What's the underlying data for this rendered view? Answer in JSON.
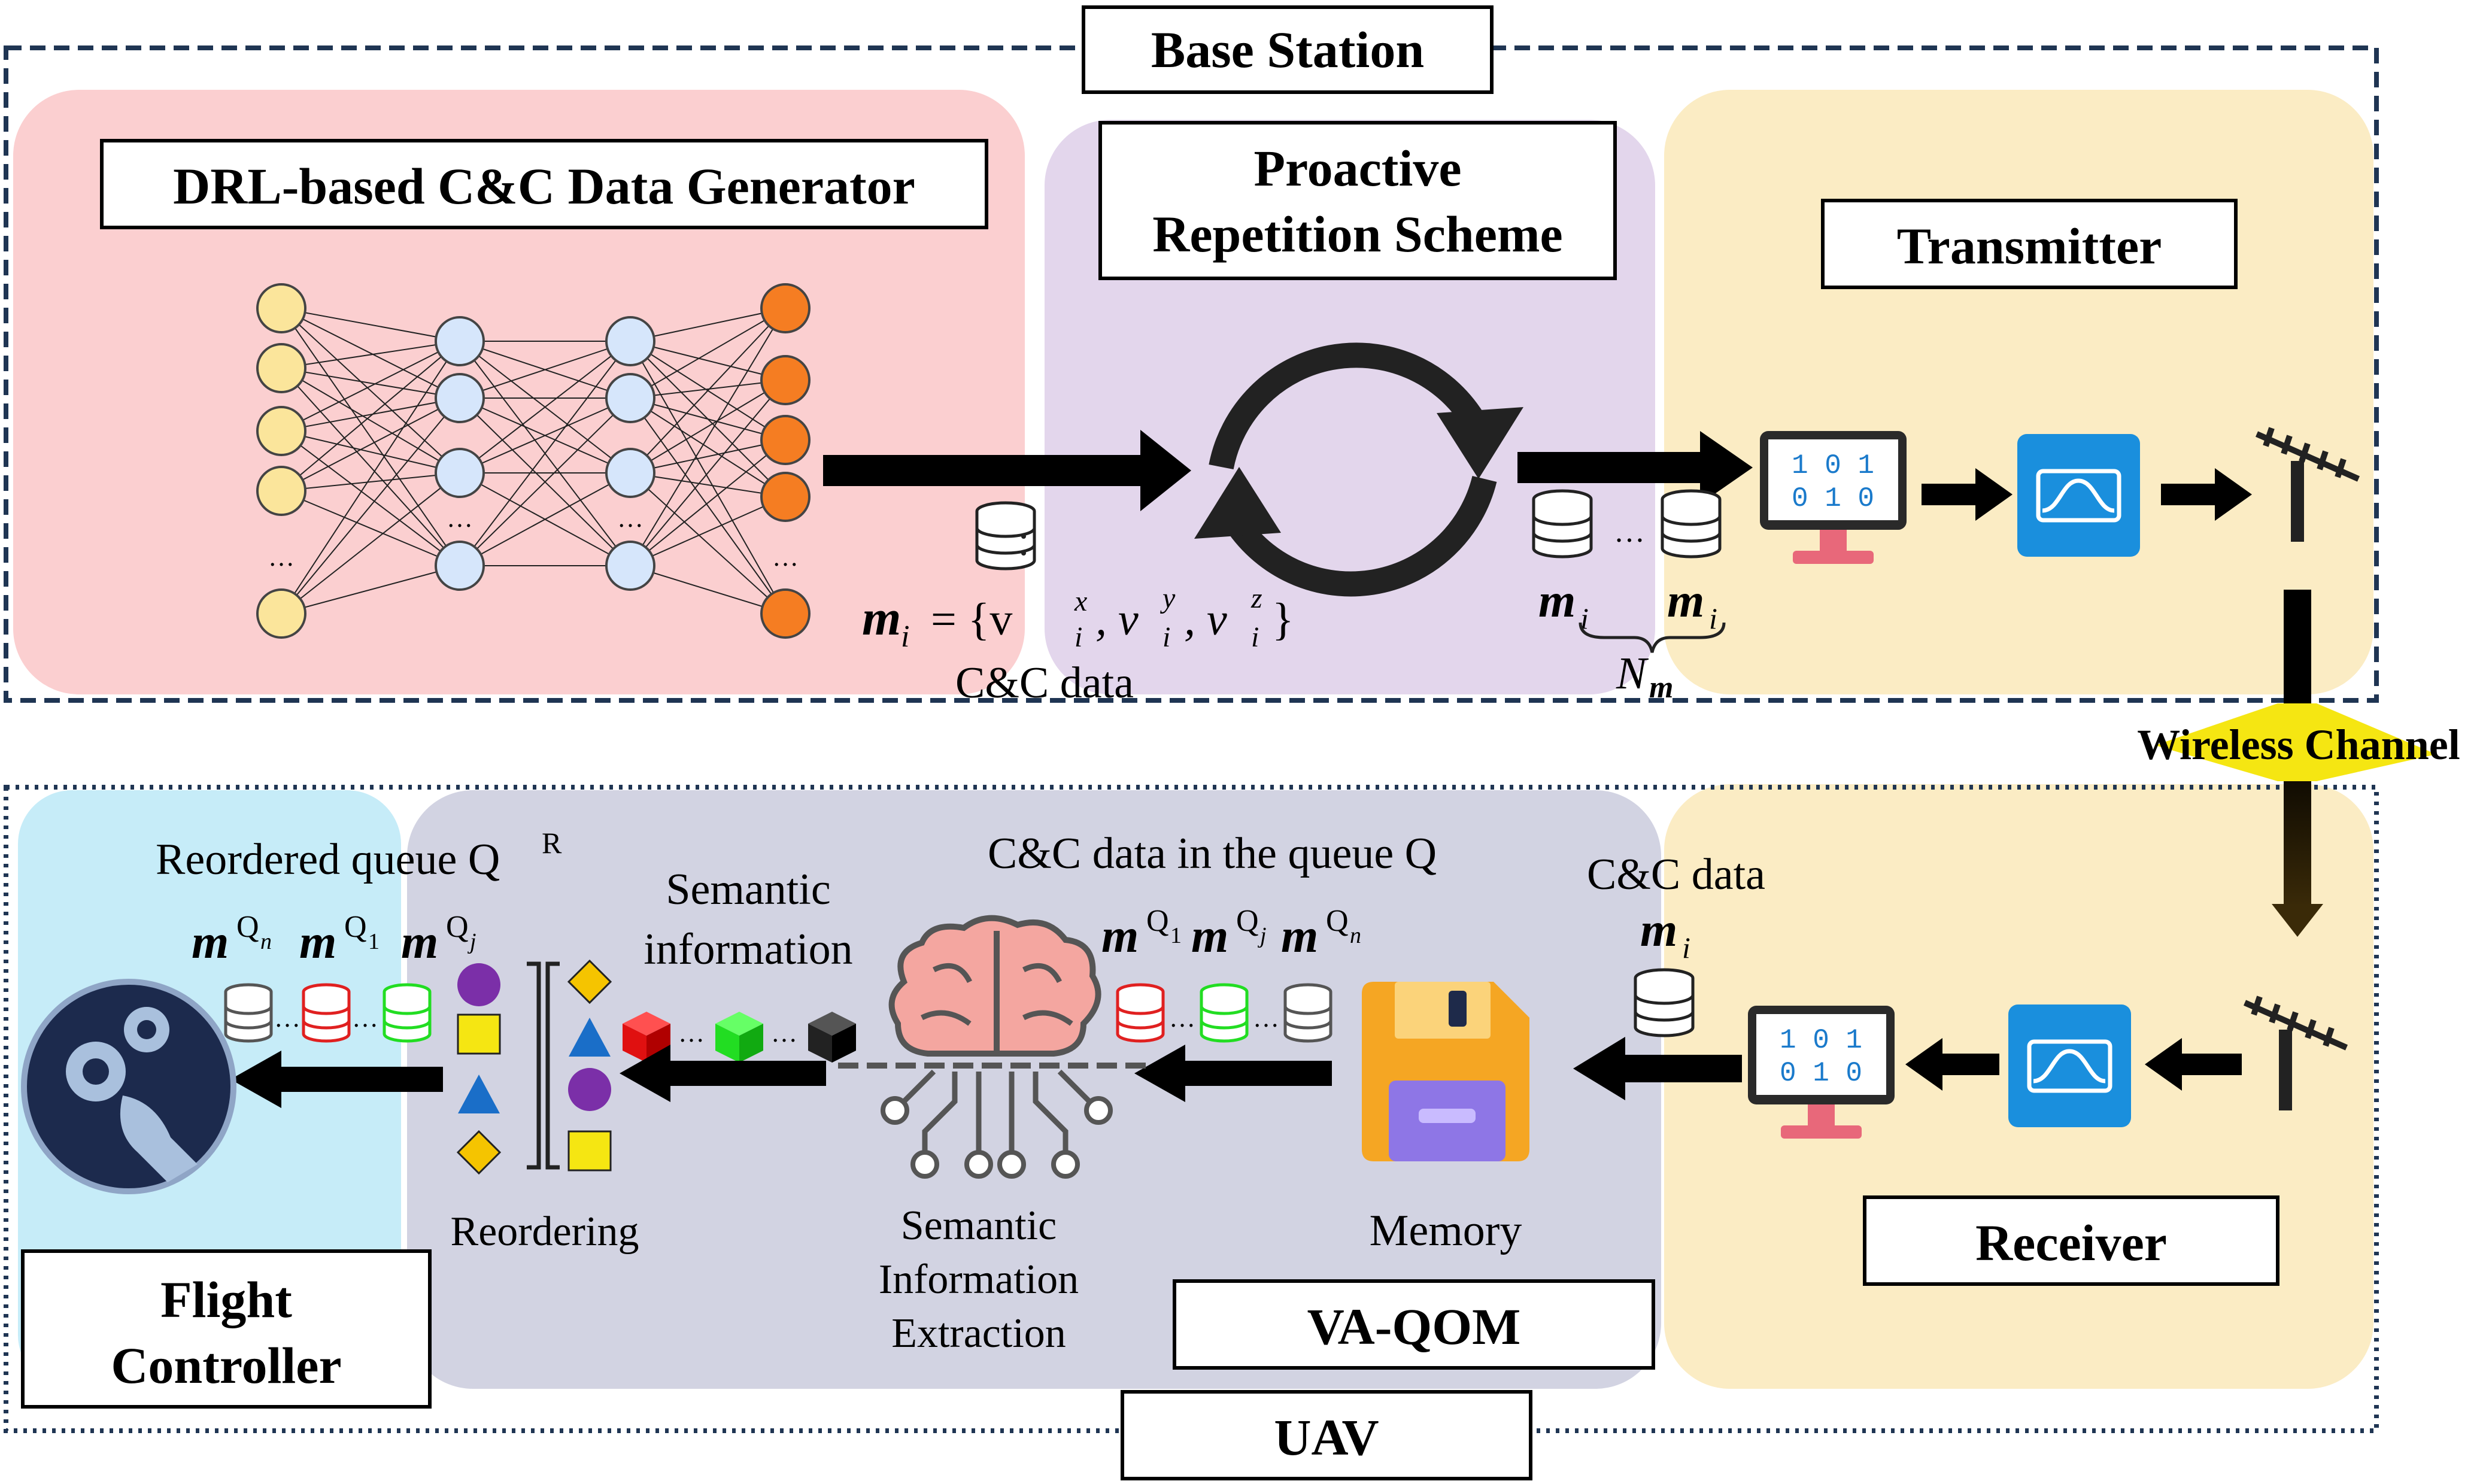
{
  "base_station": {
    "title": "Base Station",
    "generator_title": "DRL-based C&C Data Generator",
    "repetition_title_line1": "Proactive",
    "repetition_title_line2": "Repetition Scheme",
    "transmitter_title": "Transmitter",
    "cc_data_label": "C&C data",
    "m_i": "m",
    "m_i_sub": "i",
    "formula": "= {v",
    "v_sup_x": "x",
    "v_sup_y": "y",
    "v_sup_z": "z",
    "n_m": "N",
    "n_m_sub": "m",
    "binary_top": "1 0 1",
    "binary_bottom": "0 1 0"
  },
  "channel": {
    "label": "Wireless Channel"
  },
  "uav": {
    "title": "UAV",
    "receiver_title": "Receiver",
    "vaqom_title": "VA-QOM",
    "flight_controller_line1": "Flight",
    "flight_controller_line2": "Controller",
    "reordered_queue_label": "Reordered queue Q",
    "reordered_queue_sup": "R",
    "semantic_info_line1": "Semantic",
    "semantic_info_line2": "information",
    "cc_queue_label": "C&C data in the queue Q",
    "cc_data_label": "C&C data",
    "reordering_label": "Reordering",
    "extraction_line1": "Semantic",
    "extraction_line2": "Information",
    "extraction_line3": "Extraction",
    "memory_label": "Memory",
    "q_n": "Q",
    "q_n_sub": "n",
    "q_1": "Q",
    "q_1_sub": "1",
    "q_j": "Q",
    "q_j_sub": "j"
  },
  "colors": {
    "drl_bg": "#fbcfd0",
    "repetition_bg": "#e3d6ec",
    "transmitter_bg": "#fbecc4",
    "flight_bg": "#c6ecf8",
    "vaqom_bg": "#d2d3e2",
    "input_node": "#fbe59b",
    "hidden_node": "#d6e6fb",
    "output_node": "#f57d22",
    "icon_blue": "#1a8fdd",
    "channel_yellow": "#f5e612",
    "queue_red": "#e02020",
    "queue_green": "#22dd22",
    "queue_gray": "#555555"
  }
}
